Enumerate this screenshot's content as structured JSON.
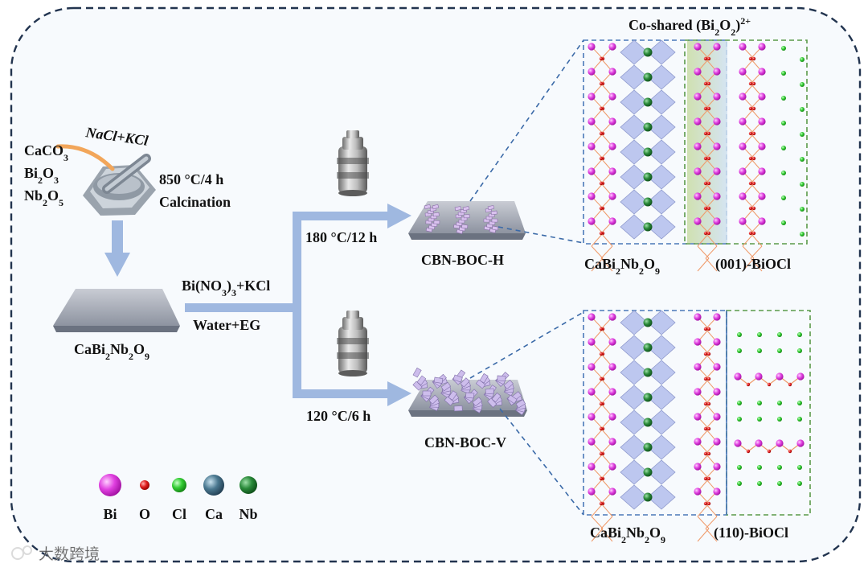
{
  "synthesis": {
    "precursors": [
      "CaCO3",
      "Bi2O3",
      "Nb2O5"
    ],
    "flux": "NaCl+KCl",
    "calcination_temp": "850 °C/4 h",
    "calcination_label": "Calcination",
    "substrate_label": "CaBi2Nb2O9",
    "reagents": "Bi(NO3)3+KCl",
    "solvent": "Water+EG"
  },
  "routes": [
    {
      "condition": "180 °C/12 h",
      "product": "CBN-BOC-H",
      "left_label": "CaBi2Nb2O9",
      "right_label": "(001)-BiOCl"
    },
    {
      "condition": "120 °C/6 h",
      "product": "CBN-BOC-V",
      "left_label": "CaBi2Nb2O9",
      "right_label": "(110)-BiOCl"
    }
  ],
  "interface_label": "Co-shared (Bi2O2)2+",
  "legend": [
    {
      "symbol": "Bi",
      "color": "#e040e0"
    },
    {
      "symbol": "O",
      "color": "#e02020"
    },
    {
      "symbol": "Cl",
      "color": "#33cc33"
    },
    {
      "symbol": "Ca",
      "color": "#4a7890"
    },
    {
      "symbol": "Nb",
      "color": "#2a8a3a"
    }
  ],
  "watermark": "大数跨境",
  "colors": {
    "border": "#22344f",
    "arrow": "#9fb8e0",
    "dash_blue": "#4a78b8",
    "dash_green": "#5a9a4a",
    "octa": "#b9c3ee"
  }
}
